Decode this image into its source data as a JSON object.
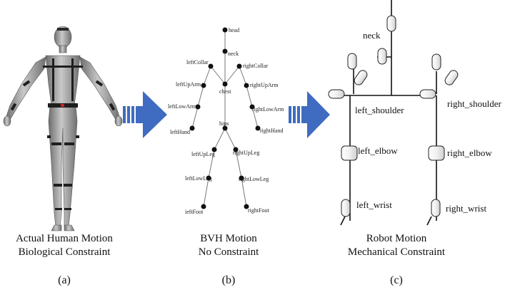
{
  "panel_a": {
    "caption_line1": "Actual Human Motion",
    "caption_line2": "Biological Constraint",
    "label": "(a)",
    "marker_color": "#d42020"
  },
  "panel_b": {
    "caption_line1": "BVH Motion",
    "caption_line2": "No Constraint",
    "label": "(b)",
    "joints": {
      "head": "head",
      "neck": "neck",
      "leftCollar": "leftCollar",
      "rightCollar": "rightCollar",
      "chest": "chest",
      "leftUpArm": "leftUpArm",
      "rightUpArm": "rightUpArm",
      "leftLowArm": "leftLowArm",
      "rightLowArm": "rightLowArm",
      "leftHand": "leftHand",
      "rightHand": "rightHand",
      "hips": "hips",
      "leftUpLeg": "leftUpLeg",
      "rightUpLeg": "rightUpLeg",
      "leftLowLeg": "leftLowLeg",
      "rightLowLeg": "rightLowLeg",
      "leftFoot": "ieftFoot",
      "rightFoot": "rightFoot"
    }
  },
  "panel_c": {
    "caption_line1": "Robot Motion",
    "caption_line2": "Mechanical Constraint",
    "label": "(c)",
    "joints": {
      "neck": "neck",
      "left_shoulder": "left_shoulder",
      "right_shoulder": "right_shoulder",
      "left_elbow": "left_elbow",
      "right_elbow": "right_elbow",
      "left_wrist": "left_wrist",
      "right_wrist": "right_wrist"
    }
  },
  "arrow_color": "#3f6cc0"
}
